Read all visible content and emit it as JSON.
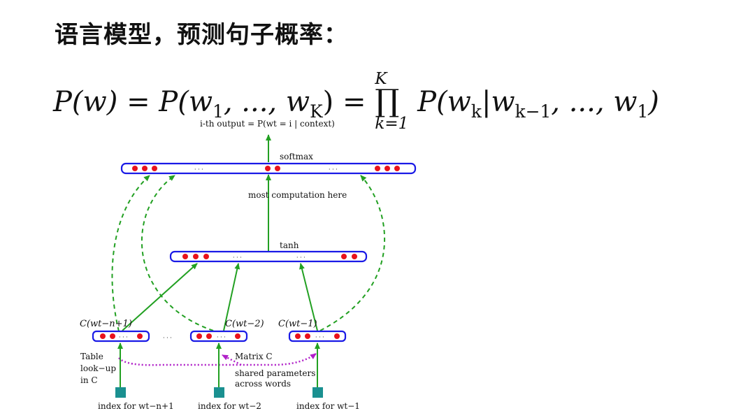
{
  "heading": "语言模型，预测句子概率：",
  "formula": {
    "lhs": "P(w) = P(w",
    "lhs_sub1": "1",
    "lhs_mid": ", ..., w",
    "lhs_subK": "K",
    "eq": ") = ",
    "prod": "∏",
    "prod_sup": "K",
    "prod_sub": "k=1",
    "rhs": " P(w",
    "rhs_sub_k": "k",
    "rhs_bar": "|w",
    "rhs_sub_k1": "k−1",
    "rhs_tail": ", ..., w",
    "rhs_sub_1": "1",
    "rhs_end": ")"
  },
  "diagram": {
    "output_label": "i-th output = P(wt = i | context)",
    "softmax_label": "softmax",
    "computation_label": "most  computation here",
    "tanh_label": "tanh",
    "c_labels": [
      "C(wt−n+1)",
      "C(wt−2)",
      "C(wt−1)"
    ],
    "table_lookup": [
      "Table",
      "look−up",
      "in C"
    ],
    "matrix_label": "Matrix C",
    "shared_label": [
      "shared parameters",
      "across words"
    ],
    "index_labels": [
      "index for wt−n+1",
      "index for wt−2",
      "index for wt−1"
    ],
    "ellipsis": "· · ·",
    "colors": {
      "layer_border": "#1a1ae6",
      "neuron": "#e8121c",
      "arrow": "#22a022",
      "dotted": "#b020c8",
      "input_square": "#1a9090"
    }
  }
}
